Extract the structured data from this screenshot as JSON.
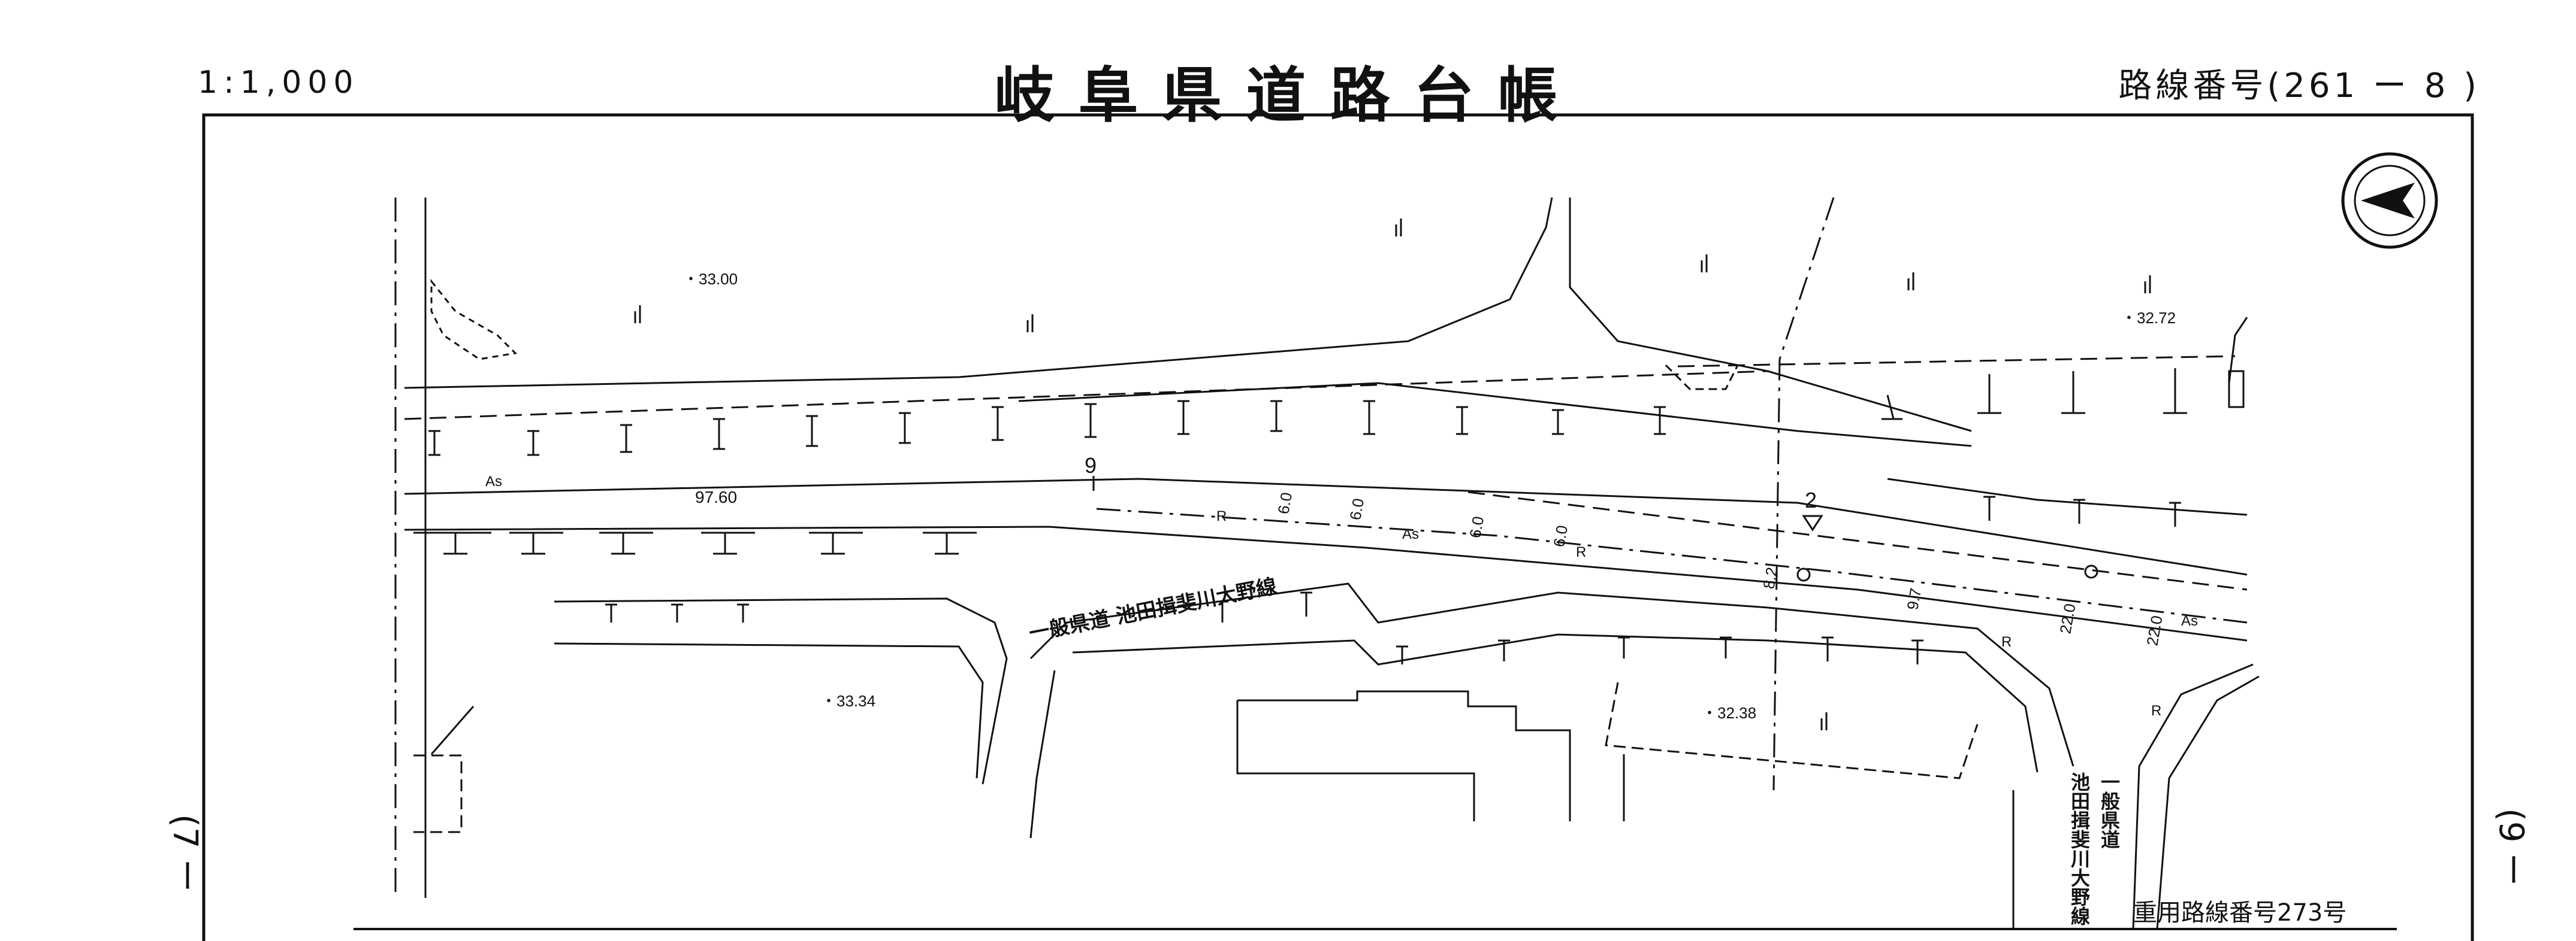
{
  "header": {
    "scale": "1:1,000",
    "title": "岐阜県道路台帳",
    "route_number": "路線番号(261 ー 8 )"
  },
  "sheet_refs": {
    "left": "(7 ー",
    "right": "(9 ー"
  },
  "map": {
    "elevations": [
      "・33.00",
      "・32.72",
      "・33.34",
      "・32.38"
    ],
    "distance": "97.60",
    "stations": [
      "9",
      "2"
    ],
    "pavement": "As",
    "widths": [
      "6.0",
      "6.0",
      "6.0",
      "6.0",
      "8.2",
      "9.7",
      "22.0",
      "22.0"
    ],
    "radius_mark": "R",
    "road_name_1": "一般県道 池田揖斐川大野線",
    "road_name_2_line1": "一般県道",
    "road_name_2_line2": "池田揖斐川大野線",
    "duplicate_route": "重用路線番号273号"
  },
  "north_arrow": "north-arrow-icon"
}
